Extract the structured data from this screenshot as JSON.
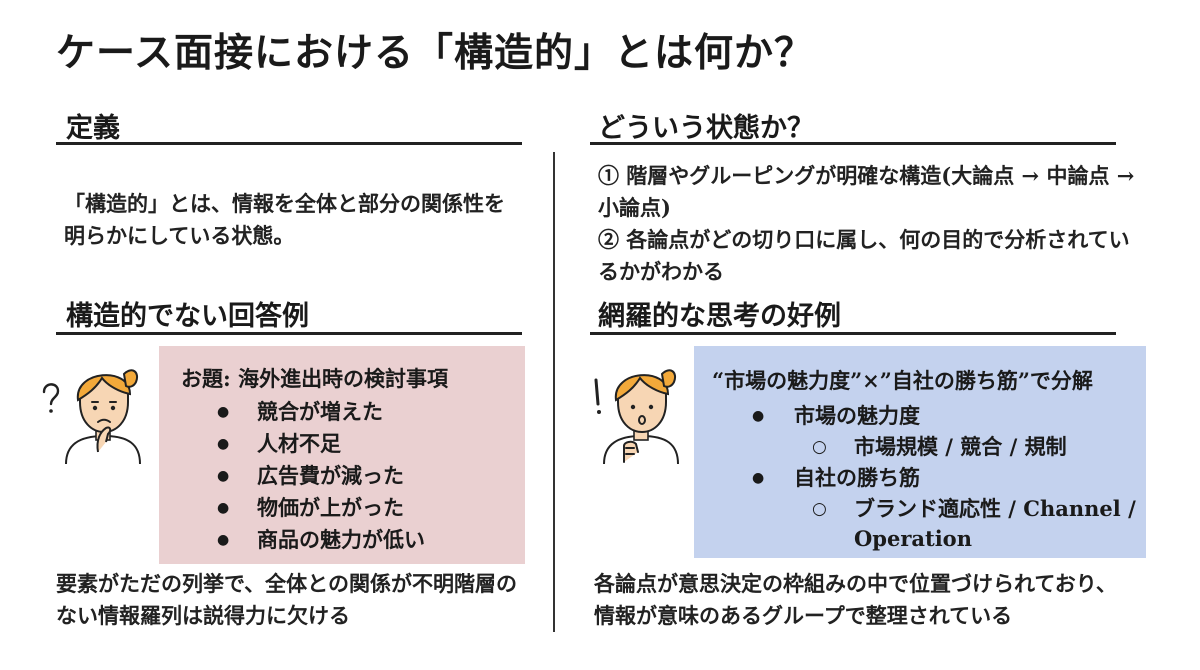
{
  "title": "ケース面接における「構造的」とは何か？",
  "definition": {
    "heading": "定義",
    "text": "「構造的」とは、情報を全体と部分の関係性を明らかにしている状態。"
  },
  "state": {
    "heading": "どういう状態か？",
    "point1": "① 階層やグルーピングが明確な構造(大論点 → 中論点 → 小論点)",
    "point2": "② 各論点がどの切り口に属し、何の目的で分析されているかがわかる"
  },
  "bad_example": {
    "heading": "構造的でない回答例",
    "box_title": "お題: 海外進出時の検討事項",
    "items": [
      "競合が増えた",
      "人材不足",
      "広告費が減った",
      "物価が上がった",
      "商品の魅力が低い"
    ],
    "caption": "要素がただの列挙で、全体との関係が不明階層のない情報羅列は説得力に欠ける"
  },
  "good_example": {
    "heading": "網羅的な思考の好例",
    "box_title": "“市場の魅力度”×”自社の勝ち筋”で分解",
    "item1": "市場の魅力度",
    "item1_sub": "市場規模 / 競合 / 規制",
    "item2": "自社の勝ち筋",
    "item2_sub": "ブランド適応性 / Channel / Operation",
    "caption": "各論点が意思決定の枠組みの中で位置づけられており、情報が意味のあるグループで整理されている"
  },
  "icons": {
    "confused": "question-mark-icon",
    "surprised": "exclamation-mark-icon"
  },
  "colors": {
    "pink_box": "#ead0d1",
    "blue_box": "#c4d2ee",
    "skin": "#f7d6b4",
    "hair": "#f3a93a"
  }
}
